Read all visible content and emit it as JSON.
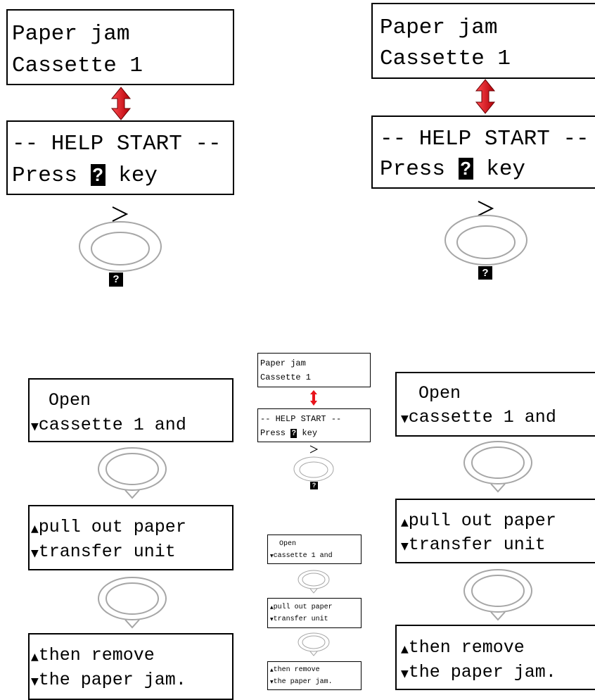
{
  "text": {
    "paper_jam": "Paper jam",
    "cassette_1": "Cassette 1",
    "help_start": "-- HELP START --",
    "press": "Press ",
    "key": " key",
    "help_key": "?",
    "next_arrow": ">",
    "open": " Open",
    "cassette_and": "cassette 1 and",
    "pull_out": "pull out paper",
    "transfer_unit": "transfer unit",
    "then_remove": "then remove",
    "the_paper_jam": "the paper jam."
  },
  "symbols": {
    "up": "▲",
    "down": "▼"
  },
  "colors": {
    "arrow_red": "#e8141b",
    "panel_border": "#000000",
    "dial_gray": "#a6a6a6"
  }
}
